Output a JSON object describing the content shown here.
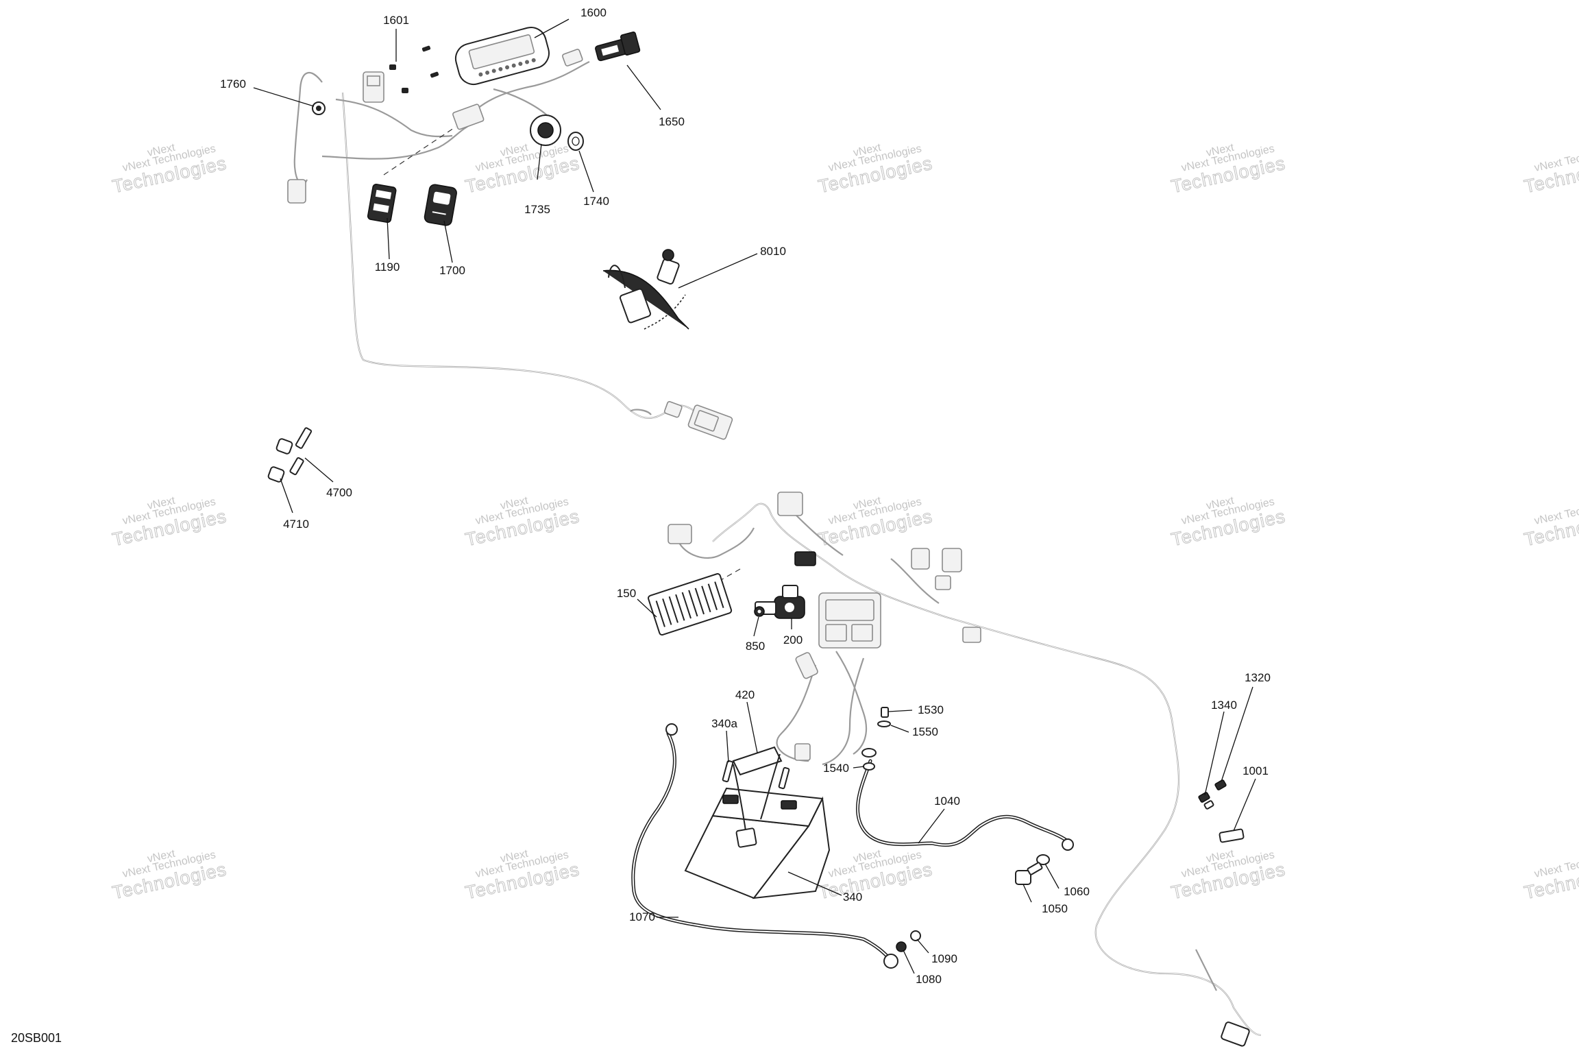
{
  "diagram_code": "20SB001",
  "watermark": {
    "line1": "vNext Technologies",
    "line2": "Technologies",
    "overlay": "vNext"
  },
  "callouts": {
    "c1601": "1601",
    "c1600": "1600",
    "c1760": "1760",
    "c1650": "1650",
    "c1735": "1735",
    "c1740": "1740",
    "c1190": "1190",
    "c1700": "1700",
    "c8010": "8010",
    "c4700": "4700",
    "c4710": "4710",
    "c150": "150",
    "c850": "850",
    "c200": "200",
    "c420": "420",
    "c340a": "340a",
    "c1530": "1530",
    "c1550": "1550",
    "c1540": "1540",
    "c1040": "1040",
    "c340": "340",
    "c1070": "1070",
    "c1090": "1090",
    "c1080": "1080",
    "c1060": "1060",
    "c1050": "1050",
    "c1320": "1320",
    "c1340": "1340",
    "c1001": "1001"
  },
  "colors": {
    "line": "#111111",
    "harness": "#9a9a9a",
    "watermark": "#b0b0b0",
    "background": "#ffffff"
  }
}
